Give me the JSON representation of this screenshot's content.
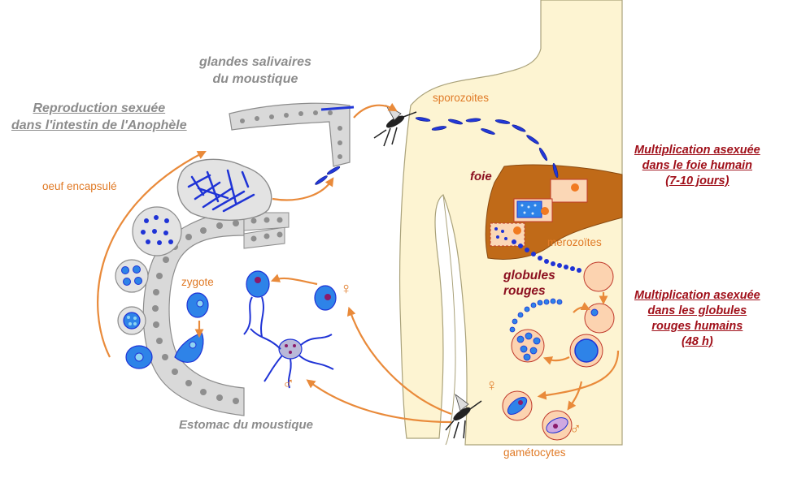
{
  "labels": {
    "salivary_glands": "glandes salivaires\ndu moustique",
    "sexual_reproduction": "Reproduction sexuée\ndans l'intestin de l'Anophèle",
    "encapsulated_egg": "oeuf encapsulé",
    "zygote": "zygote",
    "mosquito_stomach": "Estomac du moustique",
    "sporozoites": "sporozoites",
    "liver": "foie",
    "merozoites": "merozoïtes",
    "red_blood_cells": "globules\nrouges",
    "gametocytes": "gamétocytes",
    "liver_multiplication": "Multiplication asexuée\ndans le foie humain\n(7-10 jours)",
    "blood_multiplication": "Multiplication asexuée\ndans les globules\nrouges humains\n(48 h)",
    "female_symbol": "♀",
    "male_symbol": "♂"
  },
  "colors": {
    "orange_arrow": "#e98a3a",
    "parasite_blue": "#1f33d6",
    "liver_brown": "#c06a18",
    "skin": "#fdf4d2",
    "title_red": "#a0101a",
    "grey_text": "#8c8c8c",
    "rbc_fill": "#fcd3b0"
  }
}
